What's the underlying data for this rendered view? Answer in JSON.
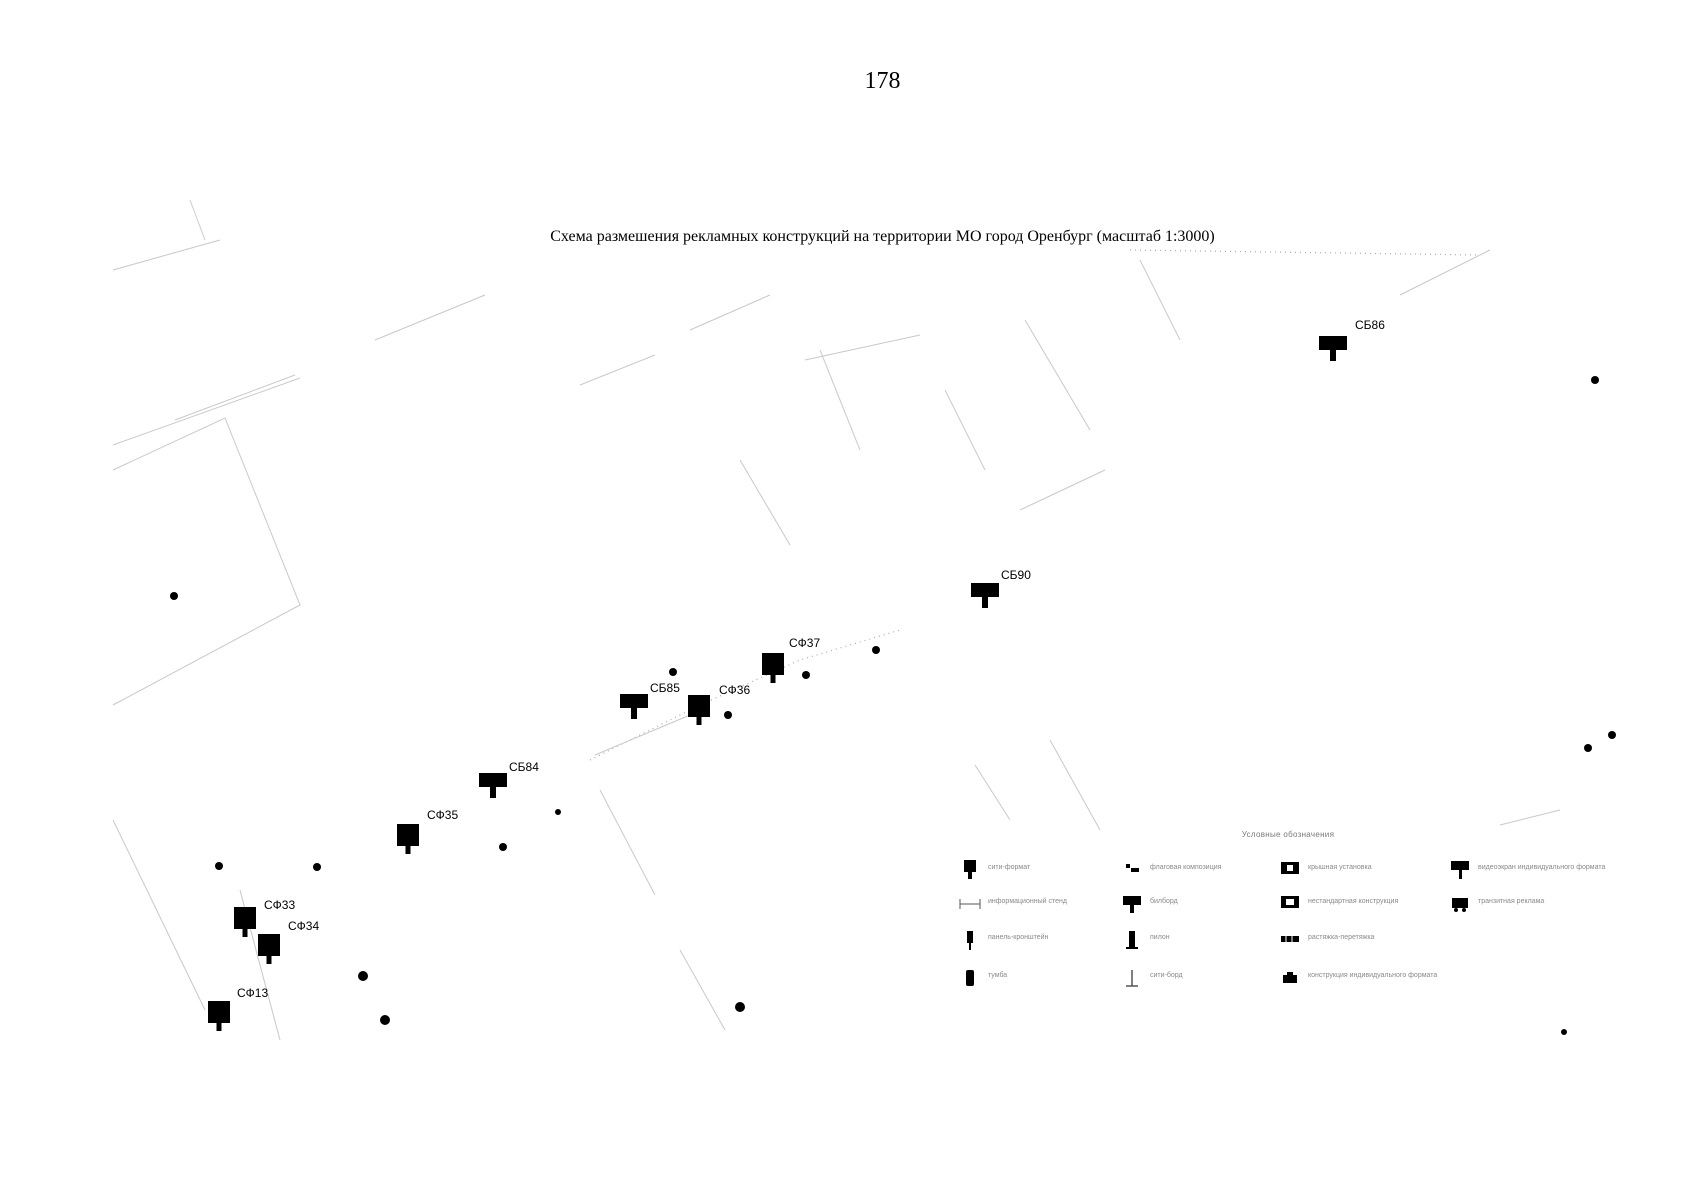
{
  "page": {
    "number": "178"
  },
  "map": {
    "title": "Схема размешения рекламных конструкций на территории МО город Оренбург (масштаб 1:3000)",
    "markers": [
      {
        "id": "СБ86",
        "type": "billboard"
      },
      {
        "id": "СБ90",
        "type": "billboard"
      },
      {
        "id": "СФ37",
        "type": "city-format"
      },
      {
        "id": "СФ36",
        "type": "city-format"
      },
      {
        "id": "СБ85",
        "type": "billboard"
      },
      {
        "id": "СБ84",
        "type": "billboard"
      },
      {
        "id": "СФ35",
        "type": "city-format"
      },
      {
        "id": "СФ33",
        "type": "city-format"
      },
      {
        "id": "СФ34",
        "type": "city-format"
      },
      {
        "id": "СФ13",
        "type": "city-format"
      }
    ]
  },
  "legend": {
    "title": "Условные обозначения",
    "items": [
      {
        "icon": "city-format-icon",
        "label": "сити-формат"
      },
      {
        "icon": "flag-composition-icon",
        "label": "флаговая композиция"
      },
      {
        "icon": "roof-installation-icon",
        "label": "крышная установка"
      },
      {
        "icon": "video-screen-icon",
        "label": "видеоэкран индивидуального формата"
      },
      {
        "icon": "info-stand-icon",
        "label": "информационный стенд"
      },
      {
        "icon": "billboard-icon",
        "label": "билборд"
      },
      {
        "icon": "non-standard-construction-icon",
        "label": "нестандартная конструкция"
      },
      {
        "icon": "transit-advertising-icon",
        "label": "транзитная реклама"
      },
      {
        "icon": "bracket-panel-icon",
        "label": "панель-кронштейн"
      },
      {
        "icon": "pylon-icon",
        "label": "пилон"
      },
      {
        "icon": "stretch-icon",
        "label": "растяжка-перетяжка"
      },
      {
        "icon": "totem-icon",
        "label": "тумба"
      },
      {
        "icon": "city-board-icon",
        "label": "сити-борд"
      },
      {
        "icon": "individual-format-icon",
        "label": "конструкция индивидуального формата"
      }
    ]
  }
}
